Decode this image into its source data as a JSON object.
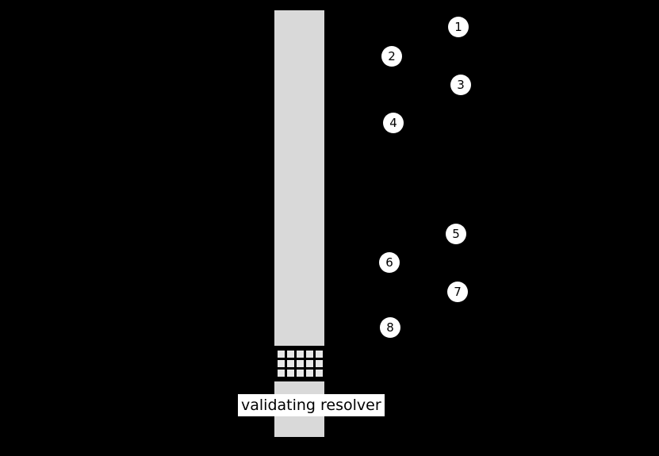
{
  "diagram": {
    "label": "validating resolver",
    "steps": [
      "1",
      "2",
      "3",
      "4",
      "5",
      "6",
      "7",
      "8"
    ],
    "colors": {
      "background": "#000000",
      "bar": "#d9d9d9",
      "grid_square": "#e8e8e8",
      "circle_fill": "#ffffff",
      "circle_text": "#000000",
      "label_bg": "#ffffff",
      "label_text": "#000000"
    }
  }
}
